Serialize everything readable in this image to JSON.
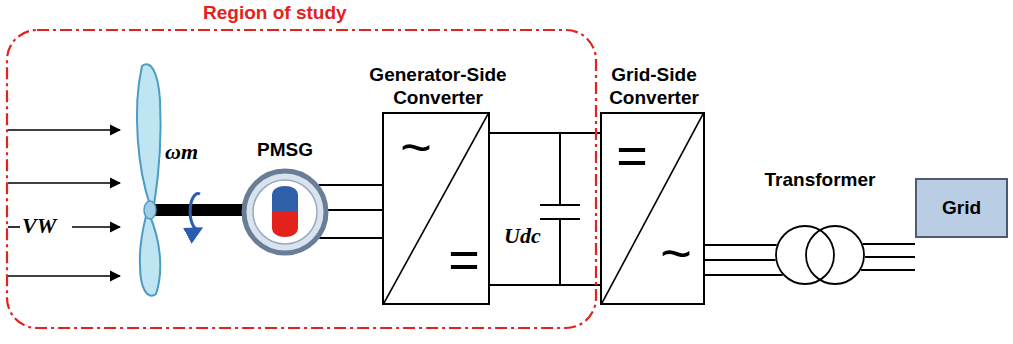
{
  "diagram": {
    "nodes": [
      {
        "text": [
          "Region of study"
        ]
      },
      {
        "text": [
          "PMSG"
        ],
        "in": 0
      },
      {
        "text": [
          "Generator-Side Converter",
          "~",
          "="
        ],
        "in": 0
      },
      {
        "text": [
          "Grid-Side Converter",
          "=",
          "~"
        ]
      },
      {
        "text": [
          "Transformer"
        ]
      },
      {
        "text": [
          "Grid"
        ]
      }
    ],
    "edges": [
      {
        "from": 1,
        "to": 2,
        "arrow": "none"
      },
      {
        "from": 2,
        "to": 3,
        "arrow": "none"
      },
      {
        "from": 3,
        "to": 4,
        "arrow": "none"
      },
      {
        "from": 4,
        "to": 5,
        "arrow": "none"
      }
    ],
    "labels": [
      "VW",
      "ωm",
      "Udc"
    ]
  }
}
